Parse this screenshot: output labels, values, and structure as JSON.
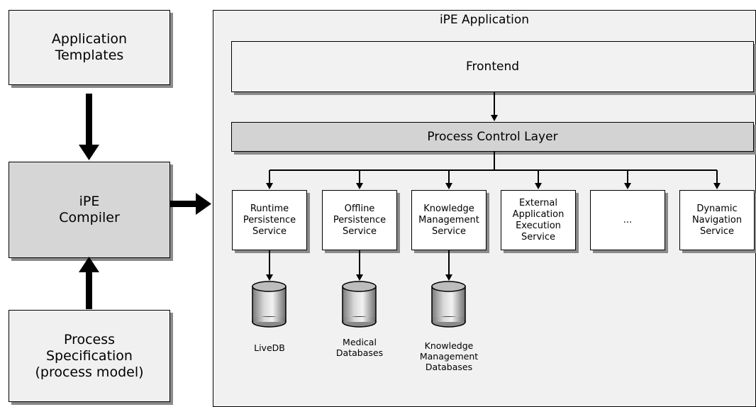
{
  "left": {
    "templates": "Application\nTemplates",
    "compiler": "iPE\nCompiler",
    "specification": "Process\nSpecification\n(process model)"
  },
  "app": {
    "title": "iPE Application",
    "frontend": "Frontend",
    "process_control_layer": "Process Control Layer",
    "services": [
      "Runtime\nPersistence\nService",
      "Offline\nPersistence\nService",
      "Knowledge\nManagement\nService",
      "External\nApplication\nExecution\nService",
      "...",
      "Dynamic\nNavigation\nService"
    ],
    "databases": [
      "LiveDB",
      "Medical\nDatabases",
      "Knowledge\nManagement\nDatabases"
    ]
  }
}
